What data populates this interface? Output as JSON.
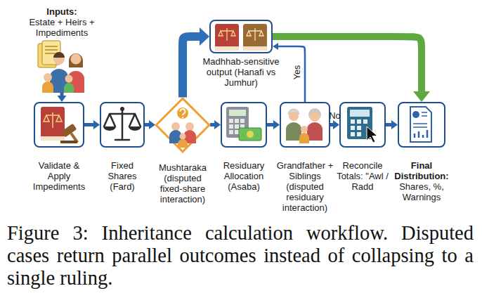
{
  "diagram": {
    "caption": "Figure 3: Inheritance calculation workflow. Disputed cases return parallel outcomes instead of collapsing to a single ruling.",
    "nodes": [
      {
        "text": [
          "Inputs:",
          "Estate + Heirs + Impediments"
        ]
      },
      {
        "text": [
          "Validate & Apply Impediments"
        ]
      },
      {
        "text": [
          "Fixed Shares (Fard)"
        ]
      },
      {
        "text": [
          "Mushtaraka (disputed fixed-share interaction)"
        ]
      },
      {
        "text": [
          "Madhhab-sensitive output (Hanafi vs Jumhur)"
        ]
      },
      {
        "text": [
          "Residuary Allocation (Asaba)"
        ]
      },
      {
        "text": [
          "Grandfather + Siblings (disputed residuary interaction)"
        ]
      },
      {
        "text": [
          "Reconcile Totals: \"Awl / Radd"
        ]
      },
      {
        "text": [
          "Final Distribution:",
          "Shares, %, Warnings"
        ]
      }
    ],
    "edges": [
      {
        "from": 0,
        "to": 1,
        "arrow": "to"
      },
      {
        "from": 1,
        "to": 2,
        "arrow": "to"
      },
      {
        "from": 2,
        "to": 3,
        "arrow": "to"
      },
      {
        "from": 3,
        "to": 4,
        "arrow": "to"
      },
      {
        "from": 3,
        "to": 5,
        "arrow": "to"
      },
      {
        "from": 5,
        "to": 6,
        "arrow": "to"
      },
      {
        "from": 6,
        "to": 4,
        "label": "Yes",
        "arrow": "to"
      },
      {
        "from": 6,
        "to": 7,
        "label": "No",
        "arrow": "to"
      },
      {
        "from": 7,
        "to": 8,
        "arrow": "to"
      },
      {
        "from": 4,
        "to": 8,
        "arrow": "to"
      }
    ]
  }
}
